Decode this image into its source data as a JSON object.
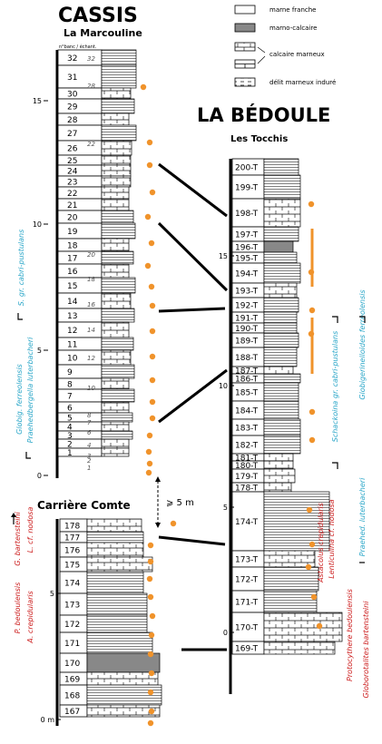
{
  "legend": {
    "items": [
      {
        "key": "marne-franche",
        "label": "marne franche"
      },
      {
        "key": "marno-calcaire",
        "label": "marno-calcaire"
      },
      {
        "key": "calcaire-marneux",
        "label": "calcaire marneux"
      },
      {
        "key": "delit-marneux-indure",
        "label": "délit marneux induré"
      }
    ]
  },
  "cassis": {
    "title": "CASSIS",
    "subtitle": "La Marcouline",
    "sample_header": "n°banc / échant.",
    "scale_labels": [
      "15",
      "10",
      "5",
      "0"
    ],
    "beds": [
      "32",
      "31",
      "30",
      "29",
      "28",
      "27",
      "26",
      "25",
      "24",
      "23",
      "22",
      "21",
      "20",
      "19",
      "18",
      "17",
      "16",
      "15",
      "14",
      "13",
      "12",
      "11",
      "10",
      "9",
      "8",
      "7",
      "6",
      "5",
      "4",
      "3",
      "2",
      "1"
    ],
    "sample_numbers": [
      "32",
      "28",
      "22",
      "20",
      "18",
      "16",
      "14",
      "12",
      "10",
      "8",
      "7",
      "6",
      "4",
      "3",
      "2",
      "1"
    ],
    "zones": {
      "cyan": [
        "S. gr. cabri-pustulans",
        "Globig. ferreolensis",
        "Praehedbergella luterbacheri"
      ]
    }
  },
  "comte": {
    "title": "Carrière Comte",
    "gap": "⩾ 5 m",
    "scale_labels": [
      "5",
      "0 m"
    ],
    "beds": [
      "178",
      "177",
      "176",
      "175",
      "174",
      "173",
      "172",
      "171",
      "170",
      "169",
      "168",
      "167"
    ],
    "zones": {
      "red": [
        "P. bedoulensis",
        "G. bartensteini",
        "A. crepidularis",
        "L. cf. nodosa"
      ]
    }
  },
  "bedoule": {
    "title": "LA BÉDOULE",
    "subtitle": "Les Tocchis",
    "scale_labels": [
      "15",
      "10",
      "5",
      "0"
    ],
    "beds": [
      "200-T",
      "199-T",
      "198-T",
      "197-T",
      "196-T",
      "195-T",
      "194-T",
      "193-T",
      "192-T",
      "191-T",
      "190-T",
      "189-T",
      "188-T",
      "187-T",
      "186-T",
      "185-T",
      "184-T",
      "183-T",
      "182-T",
      "181-T",
      "180-T",
      "179-T",
      "178-T",
      "174-T",
      "173-T",
      "172-T",
      "171-T",
      "170-T",
      "169-T"
    ],
    "zones": {
      "cyan": [
        "Schackoina gr. cabri-pustulans",
        "Globigerinelloides ferreolensis",
        "Praehed. luterbacheri"
      ],
      "red": [
        "Astacolus crepidularis",
        "Lenticulina cf. nodosa",
        "Protocythere bedoulensis",
        "Globorotalites bartensteini"
      ]
    }
  },
  "colors": {
    "sample_dot": "#f0932b",
    "foram_zone": "#2aa6c8",
    "ostracod_zone": "#cc1d1d",
    "marno_calcaire": "#888888"
  }
}
